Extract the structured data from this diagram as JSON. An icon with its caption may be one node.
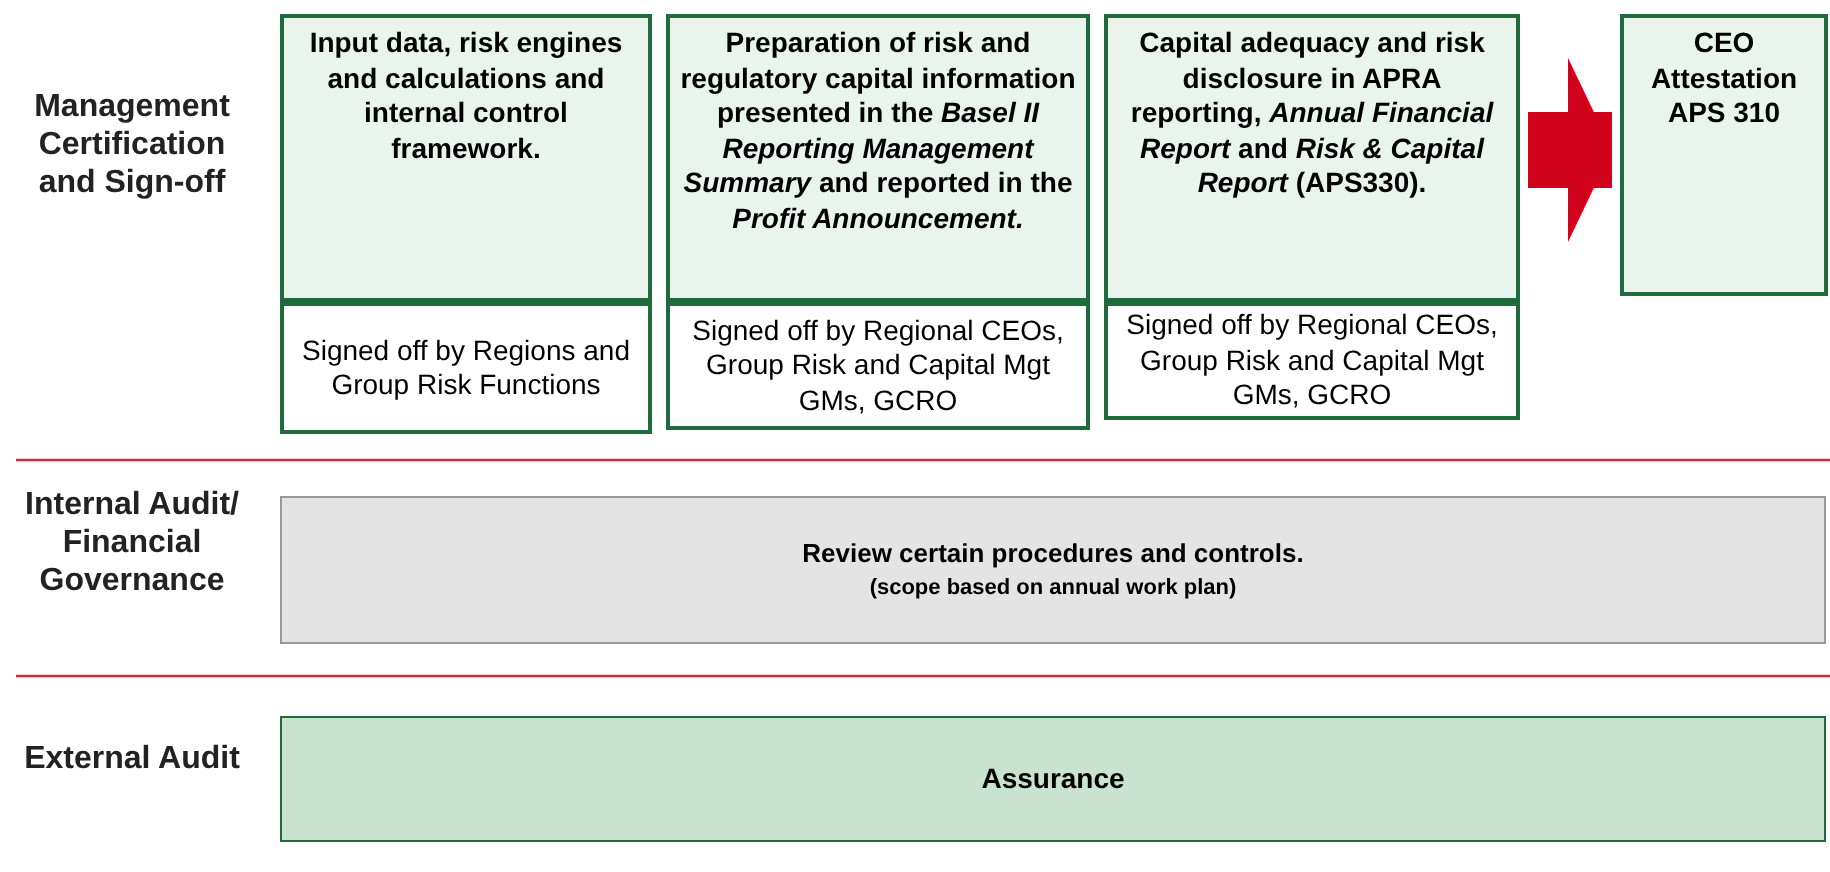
{
  "diagram": {
    "nodes": [
      {
        "text": [
          "Input data, risk engines and calculations and internal control framework."
        ]
      },
      {
        "text": [
          "Signed off by Regions and Group Risk Functions"
        ]
      },
      {
        "text": [
          "Preparation of risk and regulatory capital information presented in the *Basel II Reporting Management Summary* and reported in the *Profit Announcement.*"
        ]
      },
      {
        "text": [
          "Signed off by Regional CEOs, Group Risk and Capital Mgt GMs, GCRO"
        ]
      },
      {
        "text": [
          "Capital adequacy and risk disclosure in APRA reporting, *Annual Financial Report* and *Risk & Capital Report* (APS330)."
        ]
      },
      {
        "text": [
          "Signed off by Regional CEOs, Group Risk and Capital Mgt GMs, GCRO"
        ]
      },
      {
        "text": [
          "CEO Attestation APS 310"
        ]
      },
      {
        "text": [
          "Review certain procedures and controls.",
          "(scope based on annual work plan)"
        ]
      },
      {
        "text": [
          "Assurance"
        ]
      }
    ],
    "edges": [
      {
        "from": 4,
        "to": 6,
        "arrow": "to"
      }
    ],
    "labels": [
      "Management Certification and Sign-off",
      "Internal Audit/ Financial Governance",
      "External Audit"
    ]
  }
}
